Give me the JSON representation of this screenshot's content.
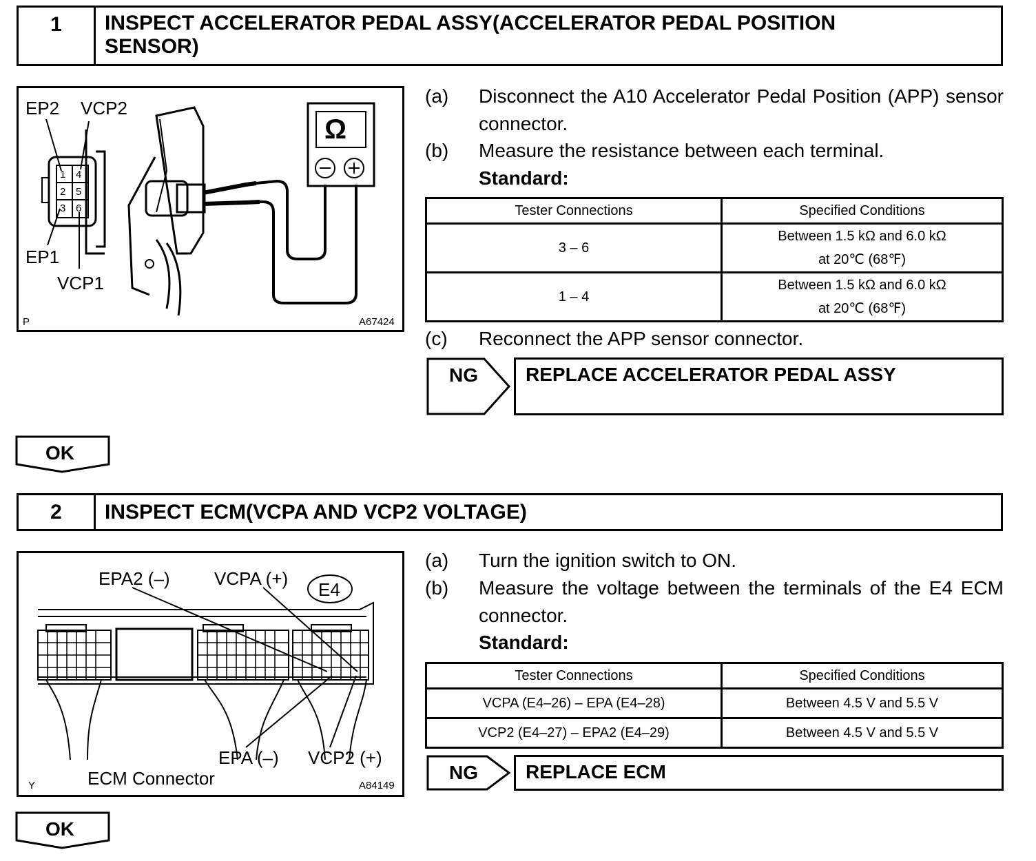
{
  "step1": {
    "number": "1",
    "title": "INSPECT ACCELERATOR PEDAL ASSY(ACCELERATOR PEDAL POSITION SENSOR)",
    "figure": {
      "labels": {
        "ep2": "EP2",
        "vcp2": "VCP2",
        "ep1": "EP1",
        "vcp1": "VCP1",
        "ohm": "Ω",
        "pins": [
          "1",
          "4",
          "2",
          "5",
          "3",
          "6"
        ],
        "corner_letter": "P",
        "code": "A67424"
      }
    },
    "steps": [
      {
        "label": "(a)",
        "text": "Disconnect the A10 Accelerator Pedal Position (APP) sensor connector."
      },
      {
        "label": "(b)",
        "text": "Measure the resistance between each terminal."
      }
    ],
    "standard_label": "Standard:",
    "table": {
      "headers": [
        "Tester Connections",
        "Specified Conditions"
      ],
      "rows": [
        {
          "connection": "3 – 6",
          "line1": "Between 1.5 kΩ and 6.0 kΩ",
          "line2": "at 20℃ (68℉)"
        },
        {
          "connection": "1 – 4",
          "line1": "Between 1.5 kΩ and 6.0 kΩ",
          "line2": "at 20℃ (68℉)"
        }
      ]
    },
    "step_c": {
      "label": "(c)",
      "text": "Reconnect the APP sensor connector."
    },
    "ng": {
      "label": "NG",
      "action": "REPLACE ACCELERATOR PEDAL ASSY"
    },
    "ok": "OK"
  },
  "step2": {
    "number": "2",
    "title": "INSPECT ECM(VCPA AND VCP2 VOLTAGE)",
    "figure": {
      "labels": {
        "epa2": "EPA2 (–)",
        "vcpa": "VCPA (+)",
        "e4": "E4",
        "epa": "EPA (–)",
        "vcp2": "VCP2 (+)",
        "connector": "ECM Connector",
        "corner_letter": "Y",
        "code": "A84149"
      }
    },
    "steps": [
      {
        "label": "(a)",
        "text": "Turn the ignition switch to ON."
      },
      {
        "label": "(b)",
        "text": "Measure the voltage between the terminals of the E4 ECM connector."
      }
    ],
    "standard_label": "Standard:",
    "table": {
      "headers": [
        "Tester Connections",
        "Specified Conditions"
      ],
      "rows": [
        {
          "connection": "VCPA (E4–26) – EPA (E4–28)",
          "condition": "Between 4.5 V and 5.5 V"
        },
        {
          "connection": "VCP2 (E4–27) – EPA2 (E4–29)",
          "condition": "Between 4.5 V and 5.5 V"
        }
      ]
    },
    "ng": {
      "label": "NG",
      "action": "REPLACE ECM"
    },
    "ok": "OK"
  }
}
